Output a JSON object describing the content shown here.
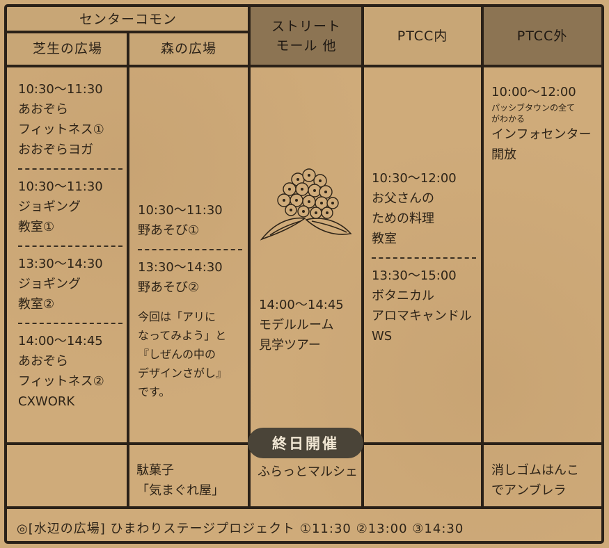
{
  "headers": {
    "center_common": "センターコモン",
    "shiba": "芝生の広場",
    "mori": "森の広場",
    "street": "ストリート\nモール 他",
    "ptcc_in": "PTCC内",
    "ptcc_out": "PTCC外"
  },
  "columns": {
    "shiba": [
      {
        "time": "10:30〜11:30",
        "lines": [
          "あおぞら",
          "フィットネス①",
          "おおぞらヨガ"
        ]
      },
      {
        "time": "10:30〜11:30",
        "lines": [
          "ジョギング",
          "教室①"
        ]
      },
      {
        "time": "13:30〜14:30",
        "lines": [
          "ジョギング",
          "教室②"
        ]
      },
      {
        "time": "14:00〜14:45",
        "lines": [
          "あおぞら",
          "フィットネス②",
          "CXWORK"
        ]
      }
    ],
    "mori": [
      {
        "time": "10:30〜11:30",
        "lines": [
          "野あそび①"
        ]
      },
      {
        "time": "13:30〜14:30",
        "lines": [
          "野あそび②"
        ]
      },
      {
        "note": [
          "今回は「アリに",
          "なってみよう」と",
          "『しぜんの中の",
          "デザインさがし』",
          "です。"
        ]
      }
    ],
    "street": [
      {
        "time": "14:00〜14:45",
        "lines": [
          "モデルルーム",
          "見学ツアー"
        ]
      }
    ],
    "ptcc_in": [
      {
        "time": "10:30〜12:00",
        "lines": [
          "お父さんの",
          "ための料理",
          "教室"
        ]
      },
      {
        "time": "13:30〜15:00",
        "lines": [
          "ボタニカル",
          "アロマキャンドル",
          "WS"
        ]
      }
    ],
    "ptcc_out": [
      {
        "time": "10:00〜12:00",
        "small": [
          "パッシブタウンの全て",
          "がわかる"
        ],
        "lines": [
          "インフォセンター",
          "開放"
        ]
      }
    ]
  },
  "allday_label": "終日開催",
  "allday": {
    "mori": [
      "駄菓子",
      "「気まぐれ屋」"
    ],
    "street": [
      "ふらっとマルシェ"
    ],
    "ptcc_out": [
      "消しゴムはんこ",
      "でアンブレラ"
    ]
  },
  "footer": "◎[水辺の広場] ひまわりステージプロジェクト ①11:30 ②13:00 ③14:30",
  "illustration": "hydrangea-illustration",
  "colors": {
    "paper": "#cfab7a",
    "header_dark": "#8c7453",
    "ink": "#2e2418",
    "badge": "#4a4438"
  }
}
